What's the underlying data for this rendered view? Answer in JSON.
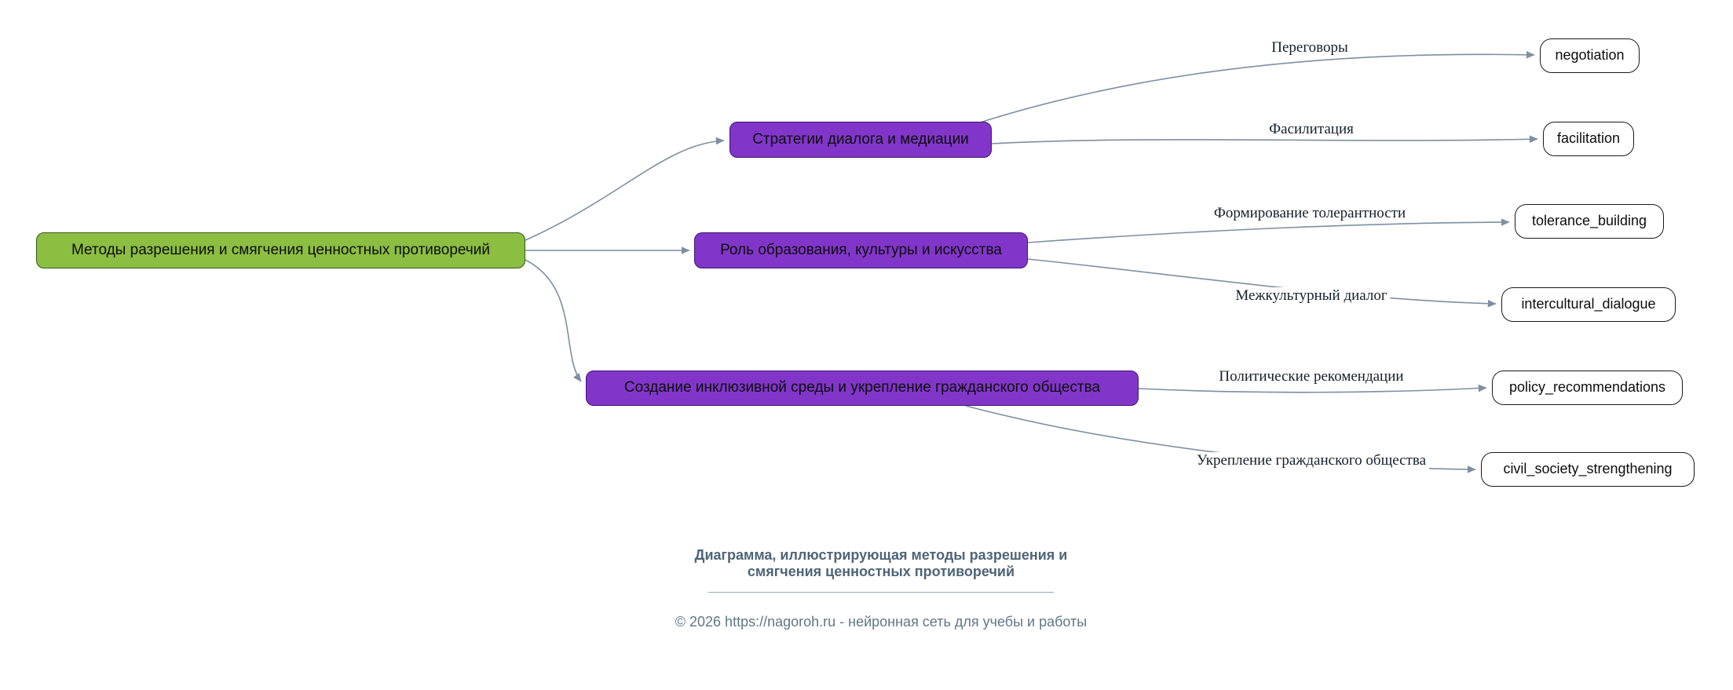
{
  "colors": {
    "root-fill": "#8cbe42",
    "root-border": "#2f5d17",
    "branch-fill": "#8136c9",
    "branch-border": "#3f1670",
    "leaf-fill": "#ffffff",
    "leaf-border": "#1a1a1a",
    "edge": "#7d8fa0",
    "caption": "#4e6577",
    "footer": "#607786"
  },
  "diagram": {
    "root": {
      "label": "Методы разрешения и смягчения ценностных противоречий"
    },
    "branches": [
      {
        "label": "Стратегии диалога и медиации",
        "children": [
          {
            "edge_label": "Переговоры",
            "label": "negotiation"
          },
          {
            "edge_label": "Фасилитация",
            "label": "facilitation"
          }
        ]
      },
      {
        "label": "Роль образования, культуры и искусства",
        "children": [
          {
            "edge_label": "Формирование толерантности",
            "label": "tolerance_building"
          },
          {
            "edge_label": "Межкультурный диалог",
            "label": "intercultural_dialogue"
          }
        ]
      },
      {
        "label": "Создание инклюзивной среды и укрепление гражданского общества",
        "children": [
          {
            "edge_label": "Политические рекомендации",
            "label": "policy_recommendations"
          },
          {
            "edge_label": "Укрепление гражданского общества",
            "label": "civil_society_strengthening"
          }
        ]
      }
    ]
  },
  "caption": {
    "line1": "Диаграмма, иллюстрирующая методы разрешения и",
    "line2": "смягчения ценностных противоречий"
  },
  "footer": {
    "text": "© 2026 https://nagoroh.ru - нейронная сеть для учебы и работы"
  }
}
